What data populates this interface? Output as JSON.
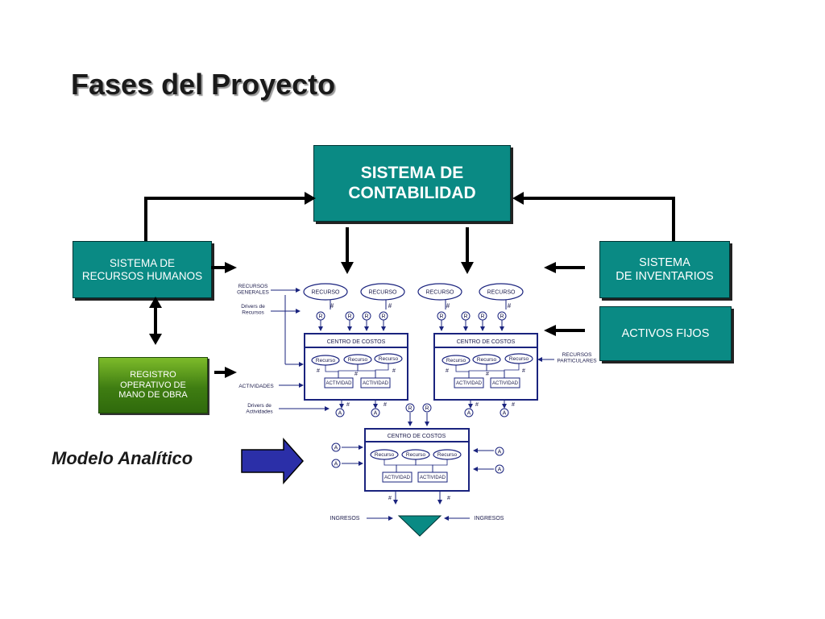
{
  "title": "Fases del Proyecto",
  "boxes": {
    "sistema_contabilidad": "SISTEMA DE\nCONTABILIDAD",
    "recursos_humanos": "SISTEMA DE\nRECURSOS HUMANOS",
    "inventarios": "SISTEMA\nDE INVENTARIOS",
    "activos_fijos": "ACTIVOS FIJOS",
    "registro_operativo": "REGISTRO\nOPERATIVO DE\nMANO DE OBRA"
  },
  "modelo_label": "Modelo Analítico",
  "mini": {
    "recursos_generales": "RECURSOS\nGENERALES",
    "drivers_recursos": "Drivers de\nRecursos",
    "actividades": "ACTIVIDADES",
    "drivers_actividades": "Drivers de\nActividades",
    "recursos_particulares": "RECURSOS\nPARTICULARES",
    "recurso_upper": "RECURSO",
    "recurso": "Recurso",
    "actividad": "ACTIVIDAD",
    "centro_costos": "CENTRO DE COSTOS",
    "ingresos": "INGRESOS",
    "r": "R",
    "a": "A",
    "hash": "#"
  },
  "colors": {
    "teal": "#0a8a84",
    "navy": "#1a237e",
    "arrow_blue": "#2b2fa8",
    "green": "#4a8a16"
  }
}
